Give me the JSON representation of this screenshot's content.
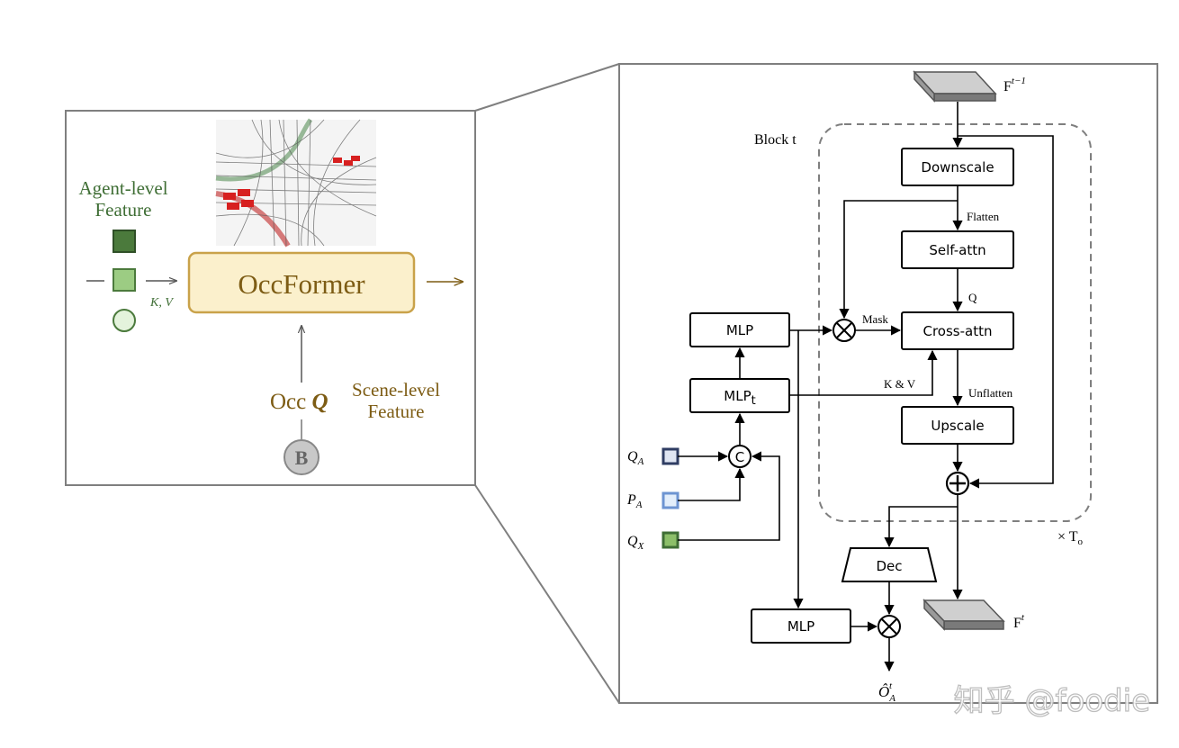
{
  "left_panel": {
    "agent_feature_label": [
      "Agent-level",
      "Feature"
    ],
    "kv_label": "K, V",
    "occformer_label": "OccFormer",
    "occ_q_label": "Occ",
    "occ_q_symbol": "Q",
    "scene_feature_label": [
      "Scene-level",
      "Feature"
    ],
    "b_label": "B"
  },
  "right_panel": {
    "f_prev_label": "F",
    "f_prev_sup": "t−1",
    "block_label": "Block t",
    "downscale_label": "Downscale",
    "flatten_label": "Flatten",
    "self_attn_label": "Self-attn",
    "q_label": "Q",
    "mask_label": "Mask",
    "cross_attn_label": "Cross-attn",
    "kv_label": "K & V",
    "unflatten_label": "Unflatten",
    "upscale_label": "Upscale",
    "repeat_label": "× T",
    "repeat_sub": "o",
    "mlp_top_label": "MLP",
    "mlp_t_label": "MLP",
    "mlp_t_sub": "t",
    "concat_label": "C",
    "qa_label": "Q",
    "qa_sub": "A",
    "pa_label": "P",
    "pa_sub": "A",
    "qx_label": "Q",
    "qx_sub": "X",
    "dec_label": "Dec",
    "mlp_bottom_label": "MLP",
    "f_t_label": "F",
    "f_t_sup": "t",
    "output_label": "Ô",
    "output_sub": "A",
    "output_sup": "t"
  },
  "watermark": "知乎 @foodie",
  "colors": {
    "agent_dark": "#4b7a3c",
    "agent_light": "#9ccc83",
    "agent_circle": "#e4f3dc",
    "occformer_fill": "#fbf0cc",
    "occformer_stroke": "#c9a24a",
    "scene_text": "#7d5c14",
    "agent_text": "#3f6e35",
    "qa_square": "#2f3d63",
    "pa_square": "#6d94d2",
    "qx_square": "#5e8f3e",
    "dashed": "#7f7f7f",
    "slab_top": "#cfcfcf",
    "slab_side": "#7a7a7a"
  }
}
